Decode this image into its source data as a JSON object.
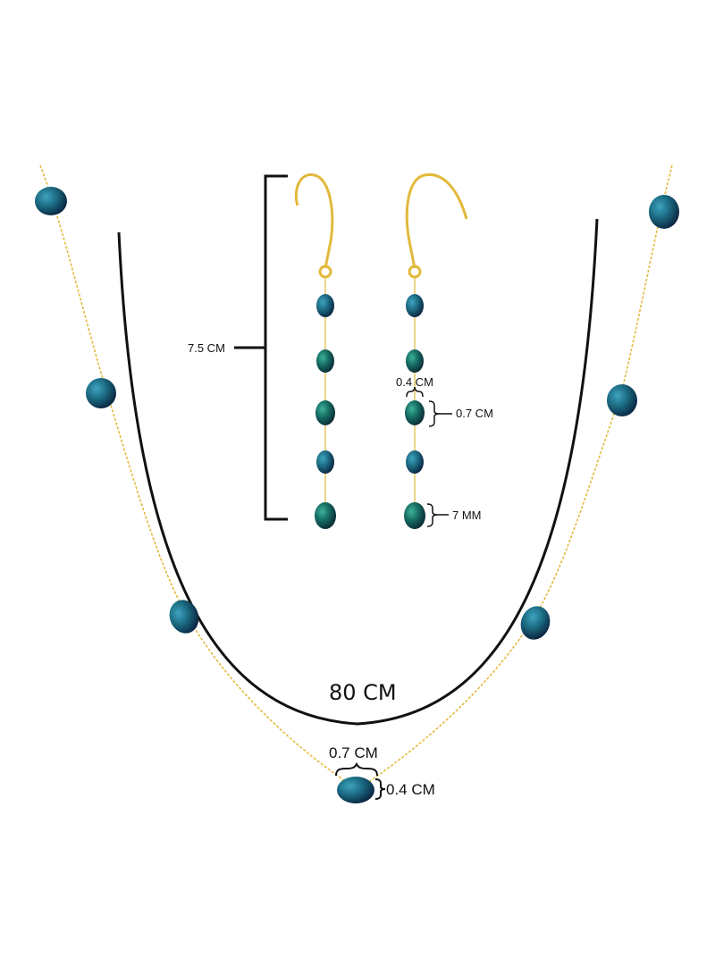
{
  "labels": {
    "earring_length": "7.5 CM",
    "earring_pearl_width": "0.4 CM",
    "earring_pearl_height": "0.7 CM",
    "earring_bottom_pearl": "7 MM",
    "necklace_length": "80 CM",
    "necklace_pearl_width": "0.7 CM",
    "necklace_pearl_height": "0.4 CM"
  },
  "colors": {
    "gold": "#e2b93b",
    "pearl_dark": "#0d2c4a",
    "pearl_teal": "#1d6f86",
    "guide_line": "#111111"
  }
}
